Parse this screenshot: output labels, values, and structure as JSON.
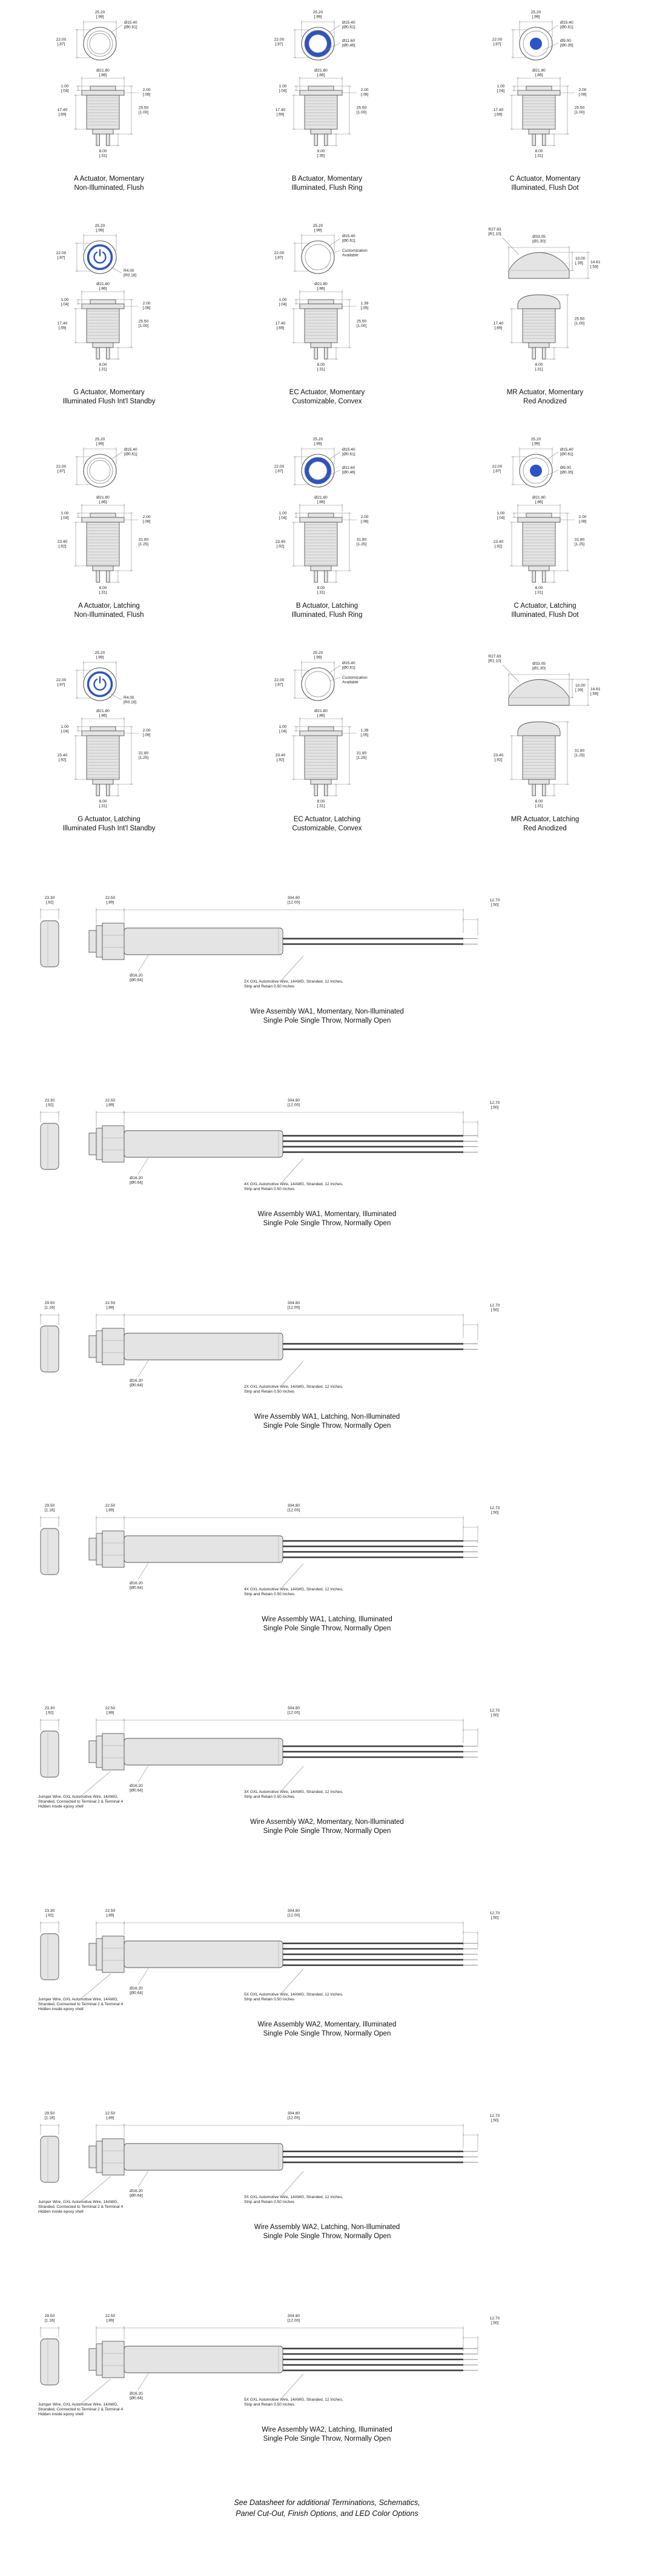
{
  "doc": {
    "footer_note": [
      "See Datasheet for additional Terminations, Schematics,",
      "Panel Cut-Out, Finish Options, and LED Color Options"
    ]
  },
  "colors": {
    "illuminated_blue": "#2b54c4",
    "line": "#555555"
  },
  "actuators": [
    {
      "id": "a-momentary",
      "face": "flush",
      "latching": false,
      "caption": [
        "A Actuator, Momentary",
        "Non-Illuminated, Flush"
      ],
      "dims": {
        "width": [
          "25.20",
          "[.99]"
        ],
        "height": [
          "22.00",
          "[.87]"
        ],
        "dia1": [
          "Ø15.40",
          "[Ø0.61]"
        ],
        "lip": [
          "1.00",
          "[.04]"
        ],
        "flange": [
          "Ø21.80",
          "[.86]"
        ],
        "step": [
          "2.00",
          "[.08]"
        ],
        "body": [
          "17.40",
          "[.69]"
        ],
        "total": [
          "25.50",
          "[1.00]"
        ],
        "term": [
          "8.00",
          "[.31]"
        ]
      }
    },
    {
      "id": "b-momentary",
      "face": "ring",
      "latching": false,
      "caption": [
        "B Actuator, Momentary",
        "Illuminated, Flush Ring"
      ],
      "dims": {
        "width": [
          "25.20",
          "[.99]"
        ],
        "height": [
          "22.00",
          "[.87]"
        ],
        "dia1": [
          "Ø15.40",
          "[Ø0.61]"
        ],
        "dia2": [
          "Ø11.60",
          "[Ø0.46]"
        ],
        "lip": [
          "1.00",
          "[.04]"
        ],
        "flange": [
          "Ø21.80",
          "[.86]"
        ],
        "step": [
          "2.00",
          "[.08]"
        ],
        "body": [
          "17.40",
          "[.69]"
        ],
        "total": [
          "25.50",
          "[1.00]"
        ],
        "term": [
          "9.00",
          "[.35]"
        ]
      }
    },
    {
      "id": "c-momentary",
      "face": "dot",
      "latching": false,
      "caption": [
        "C Actuator, Momentary",
        "Illuminated, Flush Dot"
      ],
      "dims": {
        "width": [
          "25.20",
          "[.99]"
        ],
        "height": [
          "22.00",
          "[.87]"
        ],
        "dia1": [
          "Ø15.40",
          "[Ø0.61]"
        ],
        "dia2": [
          "Ø9.00",
          "[Ø0.35]"
        ],
        "lip": [
          "1.00",
          "[.04]"
        ],
        "flange": [
          "Ø21.80",
          "[.86]"
        ],
        "step": [
          "2.00",
          "[.08]"
        ],
        "body": [
          "17.40",
          "[.69]"
        ],
        "total": [
          "25.50",
          "[1.00]"
        ],
        "term": [
          "8.00",
          "[.31]"
        ]
      }
    },
    {
      "id": "g-momentary",
      "face": "standby",
      "latching": false,
      "caption": [
        "G Actuator, Momentary",
        "Illuminated Flush Int'l Standby"
      ],
      "dims": {
        "width": [
          "25.20",
          "[.99]"
        ],
        "height": [
          "22.00",
          "[.87]"
        ],
        "radius": [
          "R4.00",
          "[R0.16]"
        ],
        "lip": [
          "1.00",
          "[.04]"
        ],
        "flange": [
          "Ø21.80",
          "[.86]"
        ],
        "step": [
          "2.00",
          "[.08]"
        ],
        "body": [
          "17.40",
          "[.69]"
        ],
        "total": [
          "25.50",
          "[1.00]"
        ],
        "term": [
          "8.00",
          "[.31]"
        ]
      }
    },
    {
      "id": "ec-momentary",
      "face": "ec",
      "latching": false,
      "caption": [
        "EC Actuator, Momentary",
        "Customizable, Convex"
      ],
      "note": [
        "Customization",
        "Available"
      ],
      "dims": {
        "width": [
          "25.20",
          "[.99]"
        ],
        "height": [
          "22.00",
          "[.87]"
        ],
        "dia1": [
          "Ø15.40",
          "[Ø0.61]"
        ],
        "lip": [
          "1.00",
          "[.04]"
        ],
        "flange": [
          "Ø21.80",
          "[.86]"
        ],
        "step": [
          "1.39",
          "[.05]"
        ],
        "body": [
          "17.40",
          "[.69]"
        ],
        "total": [
          "25.50",
          "[1.00]"
        ],
        "term": [
          "8.00",
          "[.31]"
        ]
      }
    },
    {
      "id": "mr-momentary",
      "face": "mr",
      "latching": false,
      "caption": [
        "MR Actuator, Momentary",
        "Red Anodized"
      ],
      "dims": {
        "radius": [
          "R27.83",
          "[R1.10]"
        ],
        "dia": [
          "Ø33.05",
          "[Ø1.30]"
        ],
        "dome": [
          "10.00",
          "[.39]"
        ],
        "cap": [
          "14.61",
          "[.58]"
        ],
        "body": [
          "17.40",
          "[.69]"
        ],
        "total": [
          "25.50",
          "[1.00]"
        ],
        "term": [
          "8.00",
          "[.31]"
        ]
      }
    },
    {
      "id": "a-latching",
      "face": "flush",
      "latching": true,
      "caption": [
        "A Actuator, Latching",
        "Non-Illuminated, Flush"
      ],
      "dims": {
        "width": [
          "25.20",
          "[.99]"
        ],
        "height": [
          "22.00",
          "[.87]"
        ],
        "dia1": [
          "Ø15.40",
          "[Ø0.61]"
        ],
        "lip": [
          "1.00",
          "[.04]"
        ],
        "flange": [
          "Ø21.80",
          "[.86]"
        ],
        "step": [
          "2.00",
          "[.08]"
        ],
        "body": [
          "23.40",
          "[.92]"
        ],
        "total": [
          "31.80",
          "[1.25]"
        ],
        "term": [
          "8.00",
          "[.31]"
        ]
      }
    },
    {
      "id": "b-latching",
      "face": "ring",
      "latching": true,
      "caption": [
        "B Actuator, Latching",
        "Illuminated, Flush Ring"
      ],
      "dims": {
        "width": [
          "25.20",
          "[.99]"
        ],
        "height": [
          "22.00",
          "[.87]"
        ],
        "dia1": [
          "Ø15.40",
          "[Ø0.61]"
        ],
        "dia2": [
          "Ø11.60",
          "[Ø0.46]"
        ],
        "lip": [
          "1.00",
          "[.04]"
        ],
        "flange": [
          "Ø21.80",
          "[.86]"
        ],
        "step": [
          "2.00",
          "[.08]"
        ],
        "body": [
          "23.40",
          "[.92]"
        ],
        "total": [
          "31.80",
          "[1.25]"
        ],
        "term": [
          "8.00",
          "[.31]"
        ]
      }
    },
    {
      "id": "c-latching",
      "face": "dot",
      "latching": true,
      "caption": [
        "C Actuator, Latching",
        "Illuminated, Flush Dot"
      ],
      "dims": {
        "width": [
          "25.20",
          "[.99]"
        ],
        "height": [
          "22.00",
          "[.87]"
        ],
        "dia1": [
          "Ø15.40",
          "[Ø0.61]"
        ],
        "dia2": [
          "Ø9.00",
          "[Ø0.35]"
        ],
        "lip": [
          "1.00",
          "[.04]"
        ],
        "flange": [
          "Ø21.80",
          "[.86]"
        ],
        "step": [
          "2.00",
          "[.08]"
        ],
        "body": [
          "23.40",
          "[.92]"
        ],
        "total": [
          "31.80",
          "[1.25]"
        ],
        "term": [
          "8.00",
          "[.31]"
        ]
      }
    },
    {
      "id": "g-latching",
      "face": "standby",
      "latching": true,
      "caption": [
        "G Actuator, Latching",
        "Illuminated Flush Int'l Standby"
      ],
      "dims": {
        "width": [
          "25.20",
          "[.99]"
        ],
        "height": [
          "22.00",
          "[.87]"
        ],
        "radius": [
          "R4.00",
          "[R0.16]"
        ],
        "lip": [
          "1.00",
          "[.04]"
        ],
        "flange": [
          "Ø21.80",
          "[.86]"
        ],
        "step": [
          "2.00",
          "[.08]"
        ],
        "body": [
          "23.40",
          "[.92]"
        ],
        "total": [
          "31.80",
          "[1.25]"
        ],
        "term": [
          "8.00",
          "[.31]"
        ]
      }
    },
    {
      "id": "ec-latching",
      "face": "ec",
      "latching": true,
      "caption": [
        "EC Actuator, Latching",
        "Customizable, Convex"
      ],
      "note": [
        "Customization",
        "Available"
      ],
      "dims": {
        "width": [
          "25.20",
          "[.99]"
        ],
        "height": [
          "22.00",
          "[.87]"
        ],
        "dia1": [
          "Ø15.40",
          "[Ø0.61]"
        ],
        "lip": [
          "1.00",
          "[.04]"
        ],
        "flange": [
          "Ø21.80",
          "[.86]"
        ],
        "step": [
          "1.39",
          "[.05]"
        ],
        "body": [
          "23.40",
          "[.92]"
        ],
        "total": [
          "31.80",
          "[1.25]"
        ],
        "term": [
          "8.00",
          "[.31]"
        ]
      }
    },
    {
      "id": "mr-latching",
      "face": "mr",
      "latching": true,
      "caption": [
        "MR Actuator, Latching",
        "Red Anodized"
      ],
      "dims": {
        "radius": [
          "R27.83",
          "[R1.10]"
        ],
        "dia": [
          "Ø33.05",
          "[Ø1.30]"
        ],
        "dome": [
          "10.00",
          "[.39]"
        ],
        "cap": [
          "14.61",
          "[.58]"
        ],
        "body": [
          "23.40",
          "[.92]"
        ],
        "total": [
          "31.80",
          "[1.25]"
        ],
        "term": [
          "8.00",
          "[.31]"
        ]
      }
    }
  ],
  "wire_assemblies": [
    {
      "id": "wa1-momentary-non-illuminated",
      "wires": 2,
      "caption": [
        "Wire Assembly WA1, Momentary, Non-Illuminated",
        "Single Pole Single Throw, Normally Open"
      ],
      "dims": {
        "height": [
          "23.30",
          "[.92]"
        ],
        "nut": [
          "22.50",
          "[.89]"
        ],
        "length": [
          "304.80",
          "[12.00]"
        ],
        "strip": [
          "12.70",
          "[.50]"
        ],
        "dia": [
          "Ø16.20",
          "[Ø0.64]"
        ]
      },
      "wire_note": [
        "2X GXL Automotive Wire, 14AWG, Stranded, 12 Inches,",
        "Strip and Retain 0.50 Inches"
      ],
      "jumper_note": null
    },
    {
      "id": "wa1-momentary-illuminated",
      "wires": 4,
      "caption": [
        "Wire Assembly WA1, Momentary, Illuminated",
        "Single Pole Single Throw, Normally Open"
      ],
      "dims": {
        "height": [
          "23.30",
          "[.92]"
        ],
        "nut": [
          "22.50",
          "[.89]"
        ],
        "length": [
          "304.80",
          "[12.00]"
        ],
        "strip": [
          "12.70",
          "[.50]"
        ],
        "dia": [
          "Ø16.20",
          "[Ø0.64]"
        ]
      },
      "wire_note": [
        "4X GXL Automotive Wire, 14AWG, Stranded, 12 Inches,",
        "Strip and Retain 0.50 Inches"
      ],
      "jumper_note": null
    },
    {
      "id": "wa1-latching-non-illuminated",
      "wires": 2,
      "caption": [
        "Wire Assembly WA1, Latching, Non-Illuminated",
        "Single Pole Single Throw, Normally Open"
      ],
      "dims": {
        "height": [
          "29.50",
          "[1.16]"
        ],
        "nut": [
          "22.50",
          "[.89]"
        ],
        "length": [
          "304.80",
          "[12.00]"
        ],
        "strip": [
          "12.70",
          "[.50]"
        ],
        "dia": [
          "Ø16.20",
          "[Ø0.64]"
        ]
      },
      "wire_note": [
        "2X GXL Automotive Wire, 14AWG, Stranded, 12 Inches,",
        "Strip and Retain 0.50 Inches"
      ],
      "jumper_note": null
    },
    {
      "id": "wa1-latching-illuminated",
      "wires": 4,
      "caption": [
        "Wire Assembly WA1, Latching, Illuminated",
        "Single Pole Single Throw, Normally Open"
      ],
      "dims": {
        "height": [
          "29.50",
          "[1.16]"
        ],
        "nut": [
          "22.50",
          "[.89]"
        ],
        "length": [
          "304.80",
          "[12.00]"
        ],
        "strip": [
          "12.70",
          "[.50]"
        ],
        "dia": [
          "Ø16.20",
          "[Ø0.64]"
        ]
      },
      "wire_note": [
        "4X GXL Automotive Wire, 14AWG, Stranded, 12 Inches,",
        "Strip and Retain 0.50 Inches"
      ],
      "jumper_note": null
    },
    {
      "id": "wa2-momentary-non-illuminated",
      "wires": 3,
      "caption": [
        "Wire Assembly WA2, Momentary, Non-Illuminated",
        "Single Pole Single Throw, Normally Open"
      ],
      "dims": {
        "height": [
          "23.30",
          "[.92]"
        ],
        "nut": [
          "22.50",
          "[.89]"
        ],
        "length": [
          "304.80",
          "[12.00]"
        ],
        "strip": [
          "12.70",
          "[.50]"
        ],
        "dia": [
          "Ø16.20",
          "[Ø0.64]"
        ]
      },
      "wire_note": [
        "3X GXL Automotive Wire, 14AWG, Stranded, 12 Inches,",
        "Strip and Retain 0.50 Inches"
      ],
      "jumper_note": [
        "Jumper Wire, GXL Automotive Wire, 14AWG,",
        "Stranded, Connected to Terminal 2 & Terminal 4",
        "Hidden inside epoxy shell"
      ]
    },
    {
      "id": "wa2-momentary-illuminated",
      "wires": 5,
      "caption": [
        "Wire Assembly WA2, Momentary, Illuminated",
        "Single Pole Single Throw, Normally Open"
      ],
      "dims": {
        "height": [
          "23.30",
          "[.92]"
        ],
        "nut": [
          "22.50",
          "[.89]"
        ],
        "length": [
          "304.80",
          "[12.00]"
        ],
        "strip": [
          "12.70",
          "[.50]"
        ],
        "dia": [
          "Ø16.20",
          "[Ø0.64]"
        ]
      },
      "wire_note": [
        "5X GXL Automotive Wire, 14AWG, Stranded, 12 Inches,",
        "Strip and Retain 0.50 Inches"
      ],
      "jumper_note": [
        "Jumper Wire, GXL Automotive Wire, 14AWG,",
        "Stranded, Connected to Terminal 2 & Terminal 4",
        "Hidden inside epoxy shell"
      ]
    },
    {
      "id": "wa2-latching-non-illuminated",
      "wires": 3,
      "caption": [
        "Wire Assembly WA2, Latching, Non-Illuminated",
        "Single Pole Single Throw, Normally Open"
      ],
      "dims": {
        "height": [
          "29.50",
          "[1.16]"
        ],
        "nut": [
          "22.50",
          "[.89]"
        ],
        "length": [
          "304.80",
          "[12.00]"
        ],
        "strip": [
          "12.70",
          "[.50]"
        ],
        "dia": [
          "Ø16.20",
          "[Ø0.64]"
        ]
      },
      "wire_note": [
        "3X GXL Automotive Wire, 14AWG, Stranded, 12 Inches,",
        "Strip and Retain 0.50 Inches"
      ],
      "jumper_note": [
        "Jumper Wire, GXL Automotive Wire, 14AWG,",
        "Stranded, Connected to Terminal 2 & Terminal 4",
        "Hidden inside epoxy shell"
      ]
    },
    {
      "id": "wa2-latching-illuminated",
      "wires": 5,
      "caption": [
        "Wire Assembly WA2, Latching, Illuminated",
        "Single Pole Single Throw, Normally Open"
      ],
      "dims": {
        "height": [
          "29.50",
          "[1.16]"
        ],
        "nut": [
          "22.50",
          "[.89]"
        ],
        "length": [
          "304.80",
          "[12.00]"
        ],
        "strip": [
          "12.70",
          "[.50]"
        ],
        "dia": [
          "Ø16.20",
          "[Ø0.64]"
        ]
      },
      "wire_note": [
        "5X GXL Automotive Wire, 14AWG, Stranded, 12 Inches,",
        "Strip and Retain 0.50 Inches"
      ],
      "jumper_note": [
        "Jumper Wire, GXL Automotive Wire, 14AWG,",
        "Stranded, Connected to Terminal 2 & Terminal 4",
        "Hidden inside epoxy shell"
      ]
    }
  ]
}
